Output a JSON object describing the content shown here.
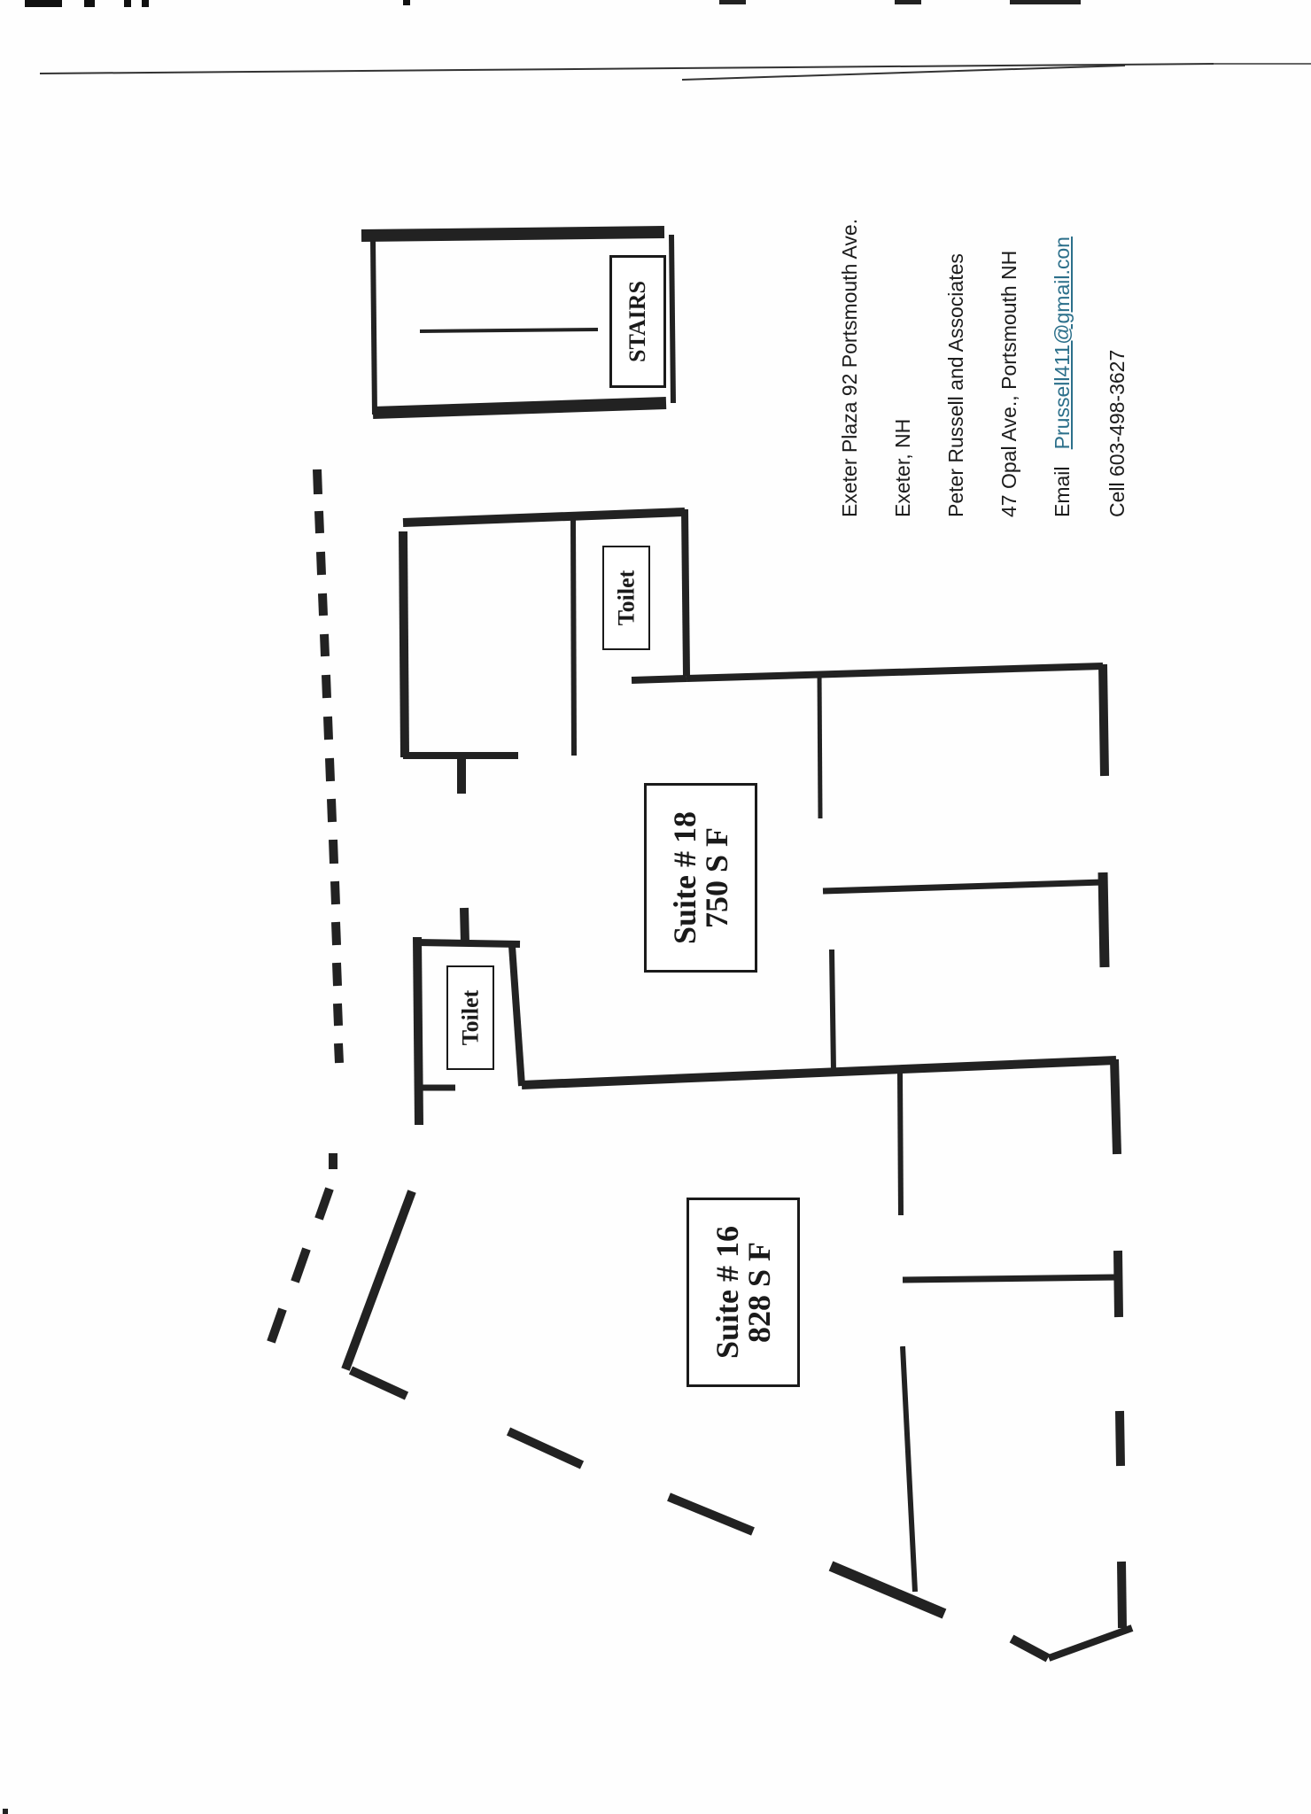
{
  "document": {
    "type": "floor-plan",
    "orientation": "rotated-90-ccw"
  },
  "rooms": {
    "stairs": {
      "label": "STAIRS"
    },
    "toilet_upper": {
      "label": "Toilet"
    },
    "toilet_lower": {
      "label": "Toilet"
    },
    "suite_18": {
      "title": "Suite # 18",
      "area": "750 S F"
    },
    "suite_16": {
      "title": "Suite # 16",
      "area": "828 S F"
    }
  },
  "contact": {
    "line1": "Exeter Plaza 92 Portsmouth Ave.",
    "line2": "Exeter, NH",
    "line3": "Peter Russell and Associates",
    "line4": "47 Opal Ave., Portsmouth NH",
    "email_label": "Email",
    "email_value": "Prussell411@gmail.con",
    "line6": "Cell 603-498-3627"
  },
  "colors": {
    "wall": "#222222",
    "email_link": "#2b6f8a",
    "background": "#fefefe"
  }
}
